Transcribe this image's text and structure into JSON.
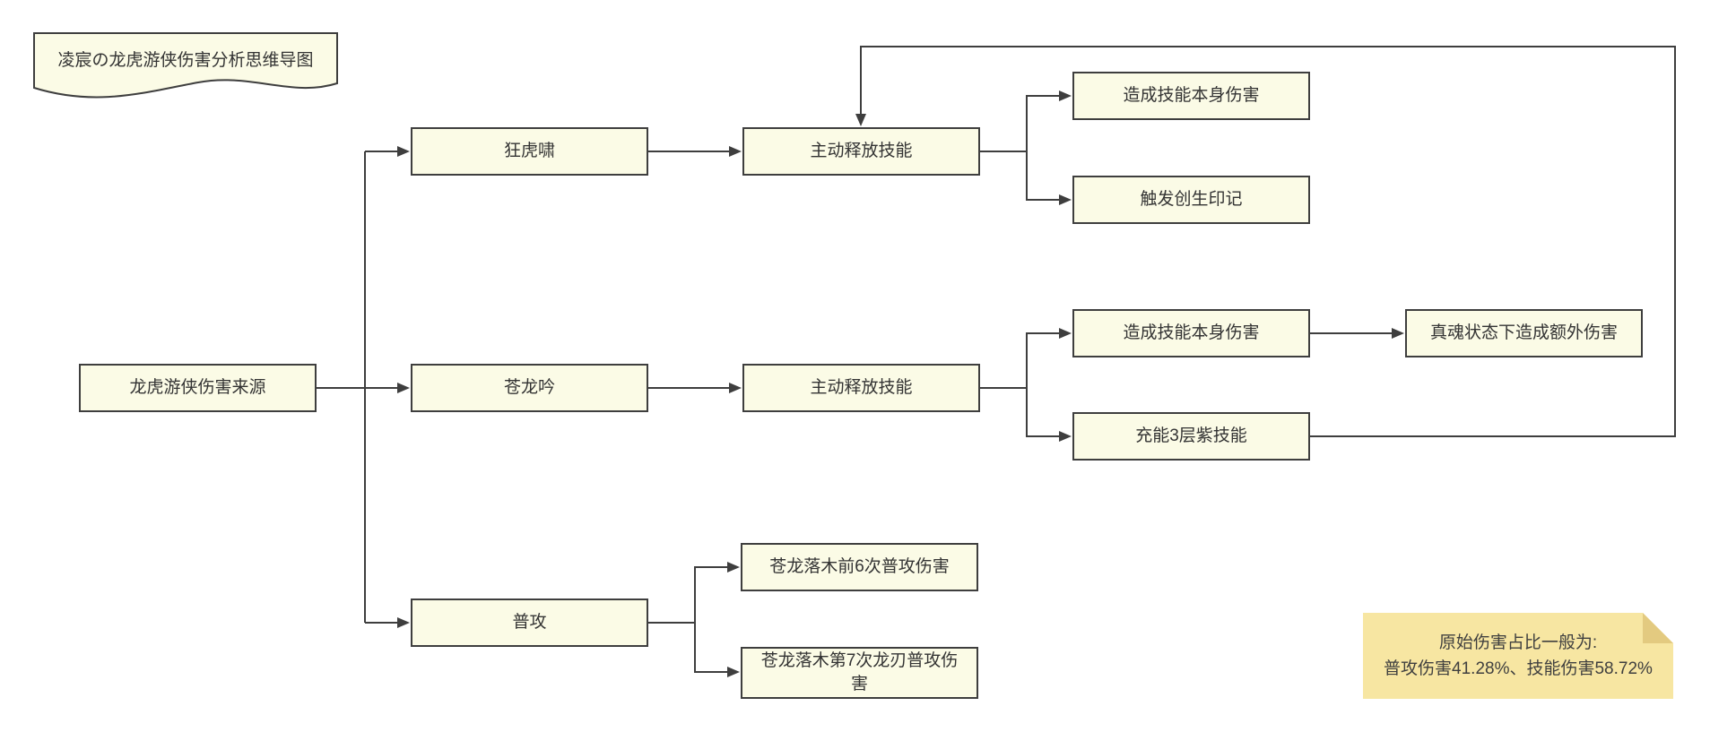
{
  "title": {
    "label": "凌宸の龙虎游侠伤害分析思维导图"
  },
  "nodes": {
    "source": {
      "label": "龙虎游侠伤害来源"
    },
    "tiger_roar": {
      "label": "狂虎啸"
    },
    "dragon_chant": {
      "label": "苍龙吟"
    },
    "basic_attack": {
      "label": "普攻"
    },
    "cast_skill_top": {
      "label": "主动释放技能"
    },
    "cast_skill_mid": {
      "label": "主动释放技能"
    },
    "skill_damage_top": {
      "label": "造成技能本身伤害"
    },
    "genesis_mark": {
      "label": "触发创生印记"
    },
    "skill_damage_mid": {
      "label": "造成技能本身伤害"
    },
    "charge_purple": {
      "label": "充能3层紫技能"
    },
    "true_soul": {
      "label": "真魂状态下造成额外伤害"
    },
    "basic_first6": {
      "label": "苍龙落木前6次普攻伤害"
    },
    "basic_7th": {
      "label": "苍龙落木第7次龙刃普攻伤害"
    }
  },
  "sticky_note": {
    "line1": "原始伤害占比一般为:",
    "line2": "普攻伤害41.28%、技能伤害58.72%"
  },
  "colors": {
    "node_fill": "#FBFBE6",
    "node_border": "#3E3E3E",
    "edge": "#3E3E3E",
    "note_fill": "#F7E6A2",
    "note_fold": "#E3CA80",
    "text": "#333333"
  }
}
